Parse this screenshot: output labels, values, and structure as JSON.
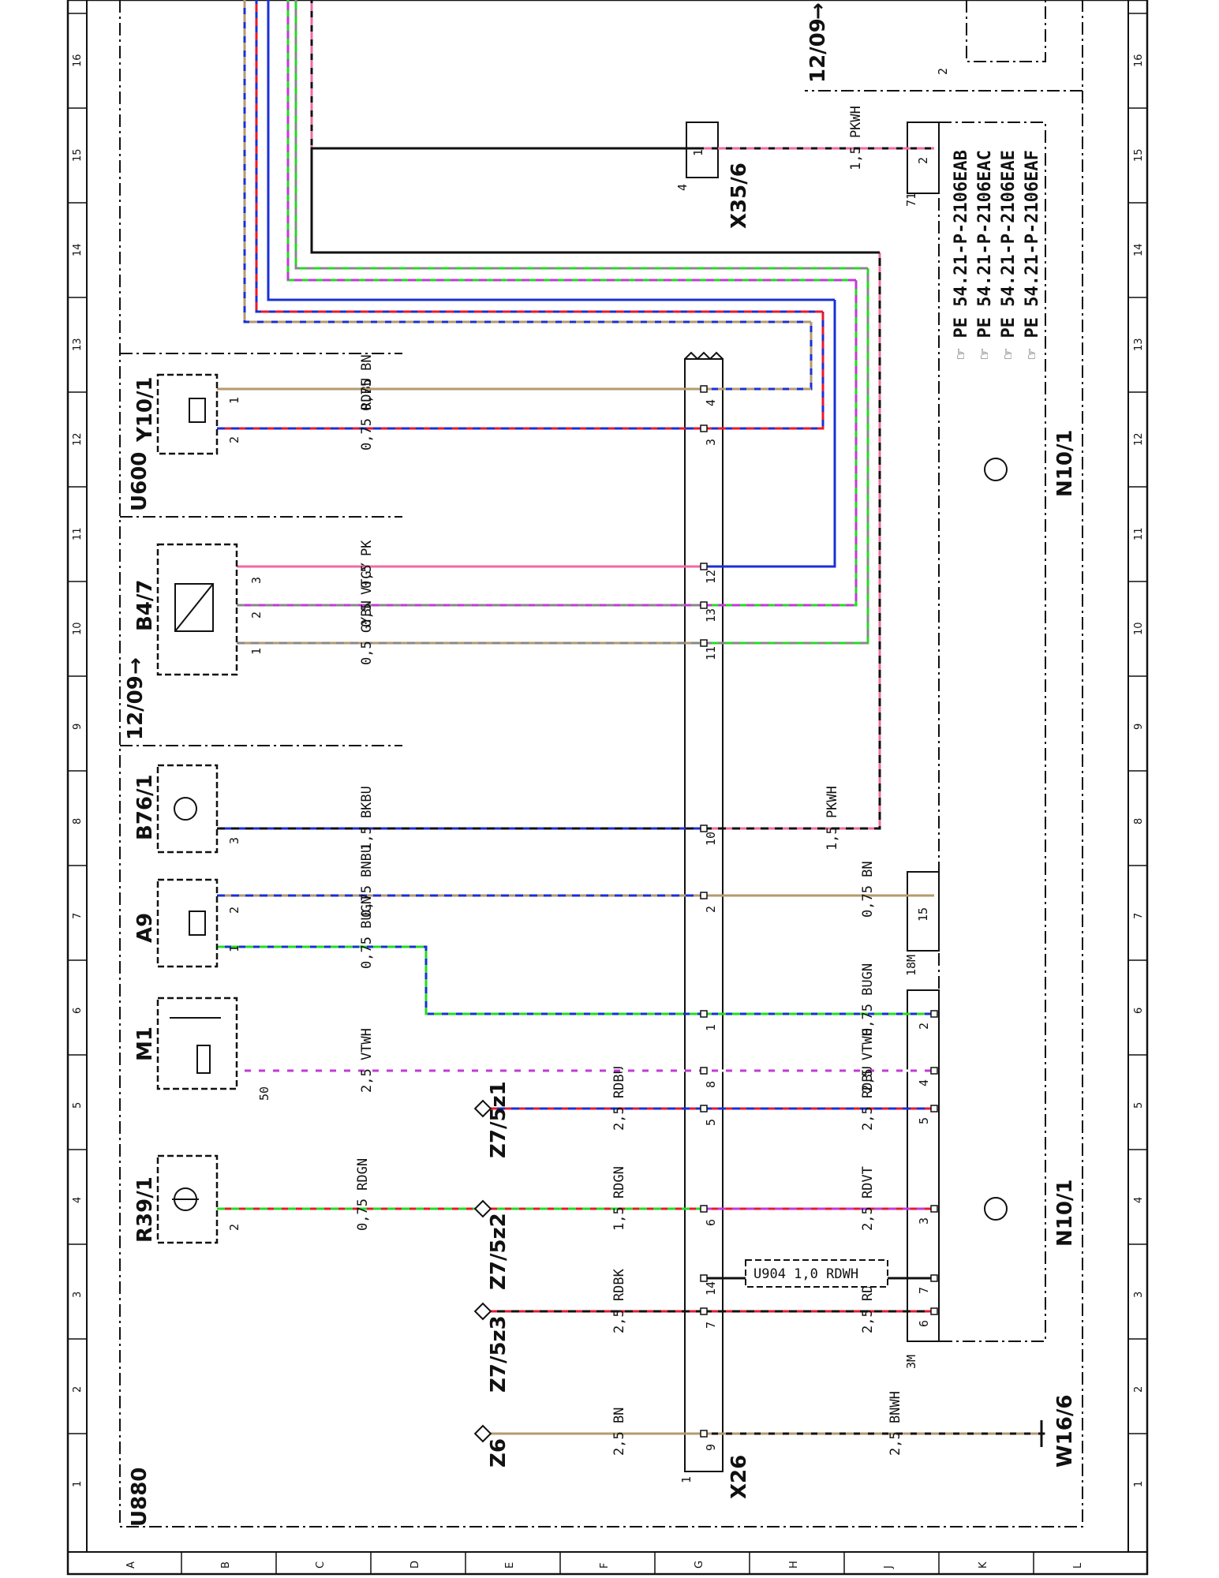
{
  "frame_labels": {
    "outer": "U880",
    "u600": "U600",
    "date_left": "12/09",
    "date_right": "12/09"
  },
  "grid": {
    "numbers": [
      "1",
      "2",
      "3",
      "4",
      "5",
      "6",
      "7",
      "8",
      "9",
      "10",
      "11",
      "12",
      "13",
      "14",
      "15",
      "16"
    ],
    "letters": [
      "A",
      "B",
      "C",
      "D",
      "E",
      "F",
      "G",
      "H",
      "J",
      "K",
      "L"
    ]
  },
  "components": {
    "r39_1": "R39/1",
    "m1": "M1",
    "a9": "A9",
    "b76_1": "B76/1",
    "b4_7": "B4/7",
    "y10_1": "Y10/1",
    "z6": "Z6",
    "z7_5z1": "Z7/5z1",
    "z7_5z2": "Z7/5z2",
    "z7_5z3": "Z7/5z3",
    "x26": "X26",
    "x35_6": "X35/6",
    "n10_1a": "N10/1",
    "n10_1b": "N10/1",
    "w16_6": "W16/6",
    "u904": "U904 1,0 RDWH"
  },
  "wire_labels": {
    "r39_left": "0,75 RDGN",
    "z7z2_left": "1,5 RDGN",
    "z7z2_right": "2,5 RDVT",
    "z7z1_left": "2,5 RDBU",
    "z7z1_right": "2,5 RDBU",
    "m1_left": "2,5 VTWH",
    "m1_right": "2,5 VTWH",
    "a9_bugn": "0,75 BUGN",
    "pin1_right": "0,75 BUGN",
    "a9_bnbu": "0,75 BNBU",
    "pin2_right": "0,75 BN",
    "b76_left": "1,5 BKBU",
    "b76_right": "1,5 PKWH",
    "b47_1": "0,5 GYBN",
    "b47_2": "0,5 VTGY",
    "b47_3": "0,5 PK",
    "y10_2": "0,75 RDBU",
    "y10_1": "0,75 BN",
    "x35_right": "1,5 PKWH",
    "z6_left": "2,5 BN",
    "w16_right": "2,5 BNWH",
    "z7z3_left": "2,5 RDBK",
    "z7z3_right": "2,5 RDBK"
  },
  "x26_pins": [
    "9",
    "7",
    "14",
    "6",
    "5",
    "8",
    "1",
    "2",
    "10",
    "11",
    "13",
    "12",
    "3",
    "4"
  ],
  "n10_pins_lower": [
    "6",
    "7",
    "3",
    "5",
    "4",
    "2"
  ],
  "pin_marks": {
    "x26_1": "1",
    "n10_3m": "3M",
    "n10_18m": "18M",
    "n10_15": "15",
    "n10_71": "71",
    "x35_1": "1",
    "x35_4": "4",
    "n10_2": "2",
    "top_2": "2",
    "r39_2": "2",
    "m1_50": "50",
    "a9_1": "1",
    "a9_2": "2",
    "b76_3": "3",
    "b47_1": "1",
    "b47_2": "2",
    "b47_3": "3",
    "y10_2": "2",
    "y10_1": "1"
  },
  "references": [
    "PE 54.21-P-2106EAB",
    "PE 54.21-P-2106EAC",
    "PE 54.21-P-2106EAE",
    "PE 54.21-P-2106EAF"
  ],
  "colors": {
    "red": "#e8192c",
    "green": "#22dd22",
    "blue": "#1a2fd6",
    "brown": "#b49a6e",
    "pink": "#f06aa0",
    "violet": "#c23ad6",
    "white": "#ffffff",
    "black": "#111111",
    "gray": "#888888"
  }
}
